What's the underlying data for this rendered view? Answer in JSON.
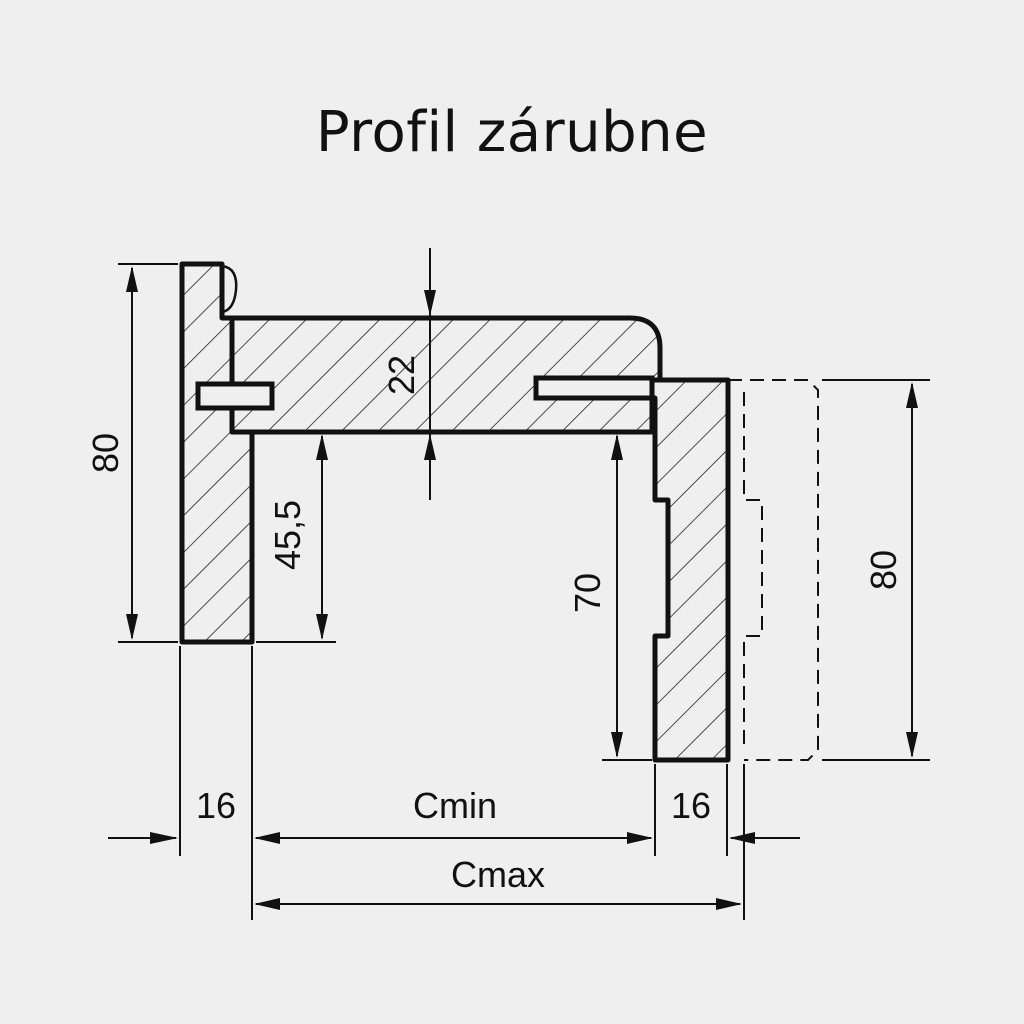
{
  "title": "Profil zárubne",
  "dimensions": {
    "left_height": "80",
    "right_height": "80",
    "inner_height": "45,5",
    "rebate_height": "70",
    "thickness": "22",
    "left_width": "16",
    "right_width": "16",
    "cmin": "Cmin",
    "cmax": "Cmax"
  },
  "colors": {
    "background": "#efefef",
    "line": "#111111"
  }
}
